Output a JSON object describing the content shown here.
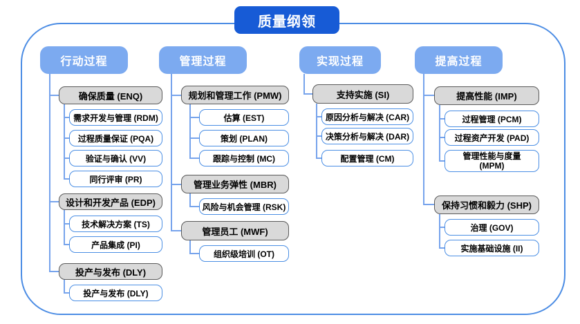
{
  "title": "质量纲领",
  "columns": [
    {
      "header": "行动过程",
      "groups": [
        {
          "parent": "确保质量 (ENQ)",
          "children": [
            "需求开发与管理 (RDM)",
            "过程质量保证 (PQA)",
            "验证与确认 (VV)",
            "同行评审 (PR)"
          ]
        },
        {
          "parent": "设计和开发产品 (EDP)",
          "children": [
            "技术解决方案 (TS)",
            "产品集成 (PI)"
          ]
        },
        {
          "parent": "投产与发布 (DLY)",
          "children": [
            "投产与发布 (DLY)"
          ]
        }
      ]
    },
    {
      "header": "管理过程",
      "groups": [
        {
          "parent": "规划和管理工作 (PMW)",
          "children": [
            "估算 (EST)",
            "策划 (PLAN)",
            "跟踪与控制 (MC)"
          ]
        },
        {
          "parent": "管理业务弹性 (MBR)",
          "children": [
            "风险与机会管理 (RSK)"
          ]
        },
        {
          "parent": "管理员工 (MWF)",
          "children": [
            "组织级培训 (OT)"
          ]
        }
      ]
    },
    {
      "header": "实现过程",
      "groups": [
        {
          "parent": "支持实施 (SI)",
          "children": [
            "原因分析与解决 (CAR)",
            "决策分析与解决 (DAR)",
            "配置管理 (CM)"
          ]
        }
      ]
    },
    {
      "header": "提高过程",
      "groups": [
        {
          "parent": "提高性能 (IMP)",
          "children": [
            "过程管理 (PCM)",
            "过程资产开发 (PAD)",
            "管理性能与度量 (MPM)"
          ]
        },
        {
          "parent": "保持习惯和毅力 (SHP)",
          "children": [
            "治理 (GOV)",
            "实施基础设施 (II)"
          ]
        }
      ]
    }
  ],
  "colors": {
    "title_bg": "#175bd6",
    "header_bg": "#7caaf0",
    "frame_border": "#4b8ce4",
    "connector": "#76a3ec",
    "parent_fill": "#d9d9d9",
    "parent_border": "#595959",
    "child_border": "#4a8ee4"
  }
}
